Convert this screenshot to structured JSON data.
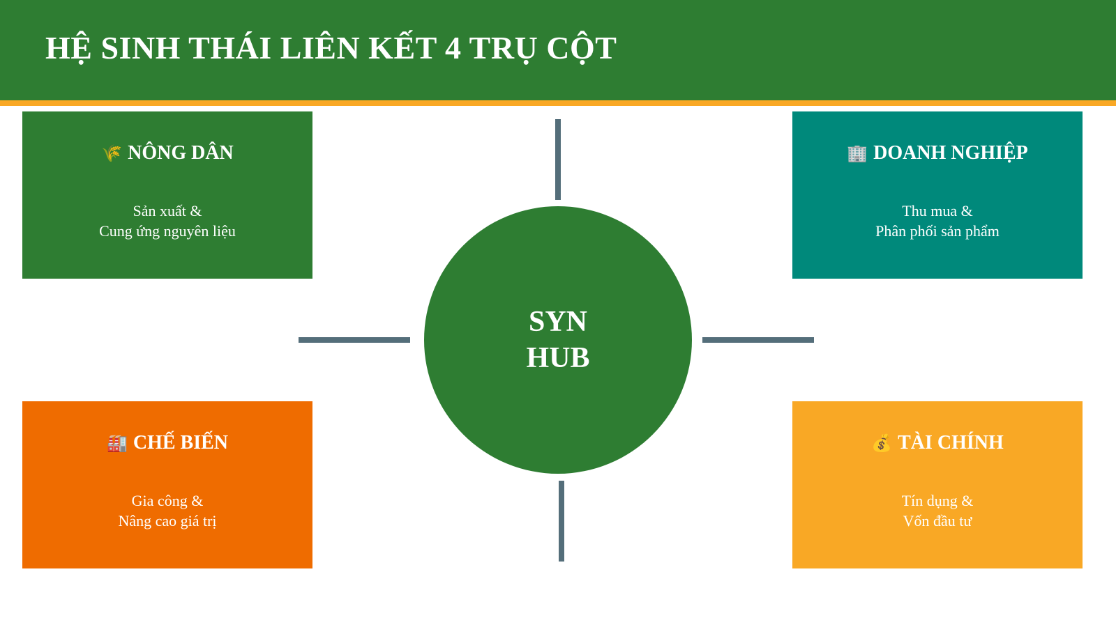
{
  "title": "HỆ SINH THÁI LIÊN KẾT 4 TRỤ CỘT",
  "hub": {
    "line1": "SYN",
    "line2": "HUB"
  },
  "pillars": [
    {
      "icon": "🌾",
      "icon_name": "rice-icon",
      "heading": "NÔNG DÂN",
      "line1": "Sản xuất &",
      "line2": "Cung ứng nguyên liệu",
      "color": "#2E7D32"
    },
    {
      "icon": "🏢",
      "icon_name": "office-building-icon",
      "heading": "DOANH NGHIỆP",
      "line1": "Thu mua &",
      "line2": "Phân phối sản phẩm",
      "color": "#00897B"
    },
    {
      "icon": "🏭",
      "icon_name": "factory-icon",
      "heading": "CHẾ BIẾN",
      "line1": "Gia công &",
      "line2": "Nâng cao giá trị",
      "color": "#EF6C00"
    },
    {
      "icon": "💰",
      "icon_name": "money-bag-icon",
      "heading": "TÀI CHÍNH",
      "line1": "Tín dụng &",
      "line2": "Vốn đầu tư",
      "color": "#F9A825"
    }
  ]
}
